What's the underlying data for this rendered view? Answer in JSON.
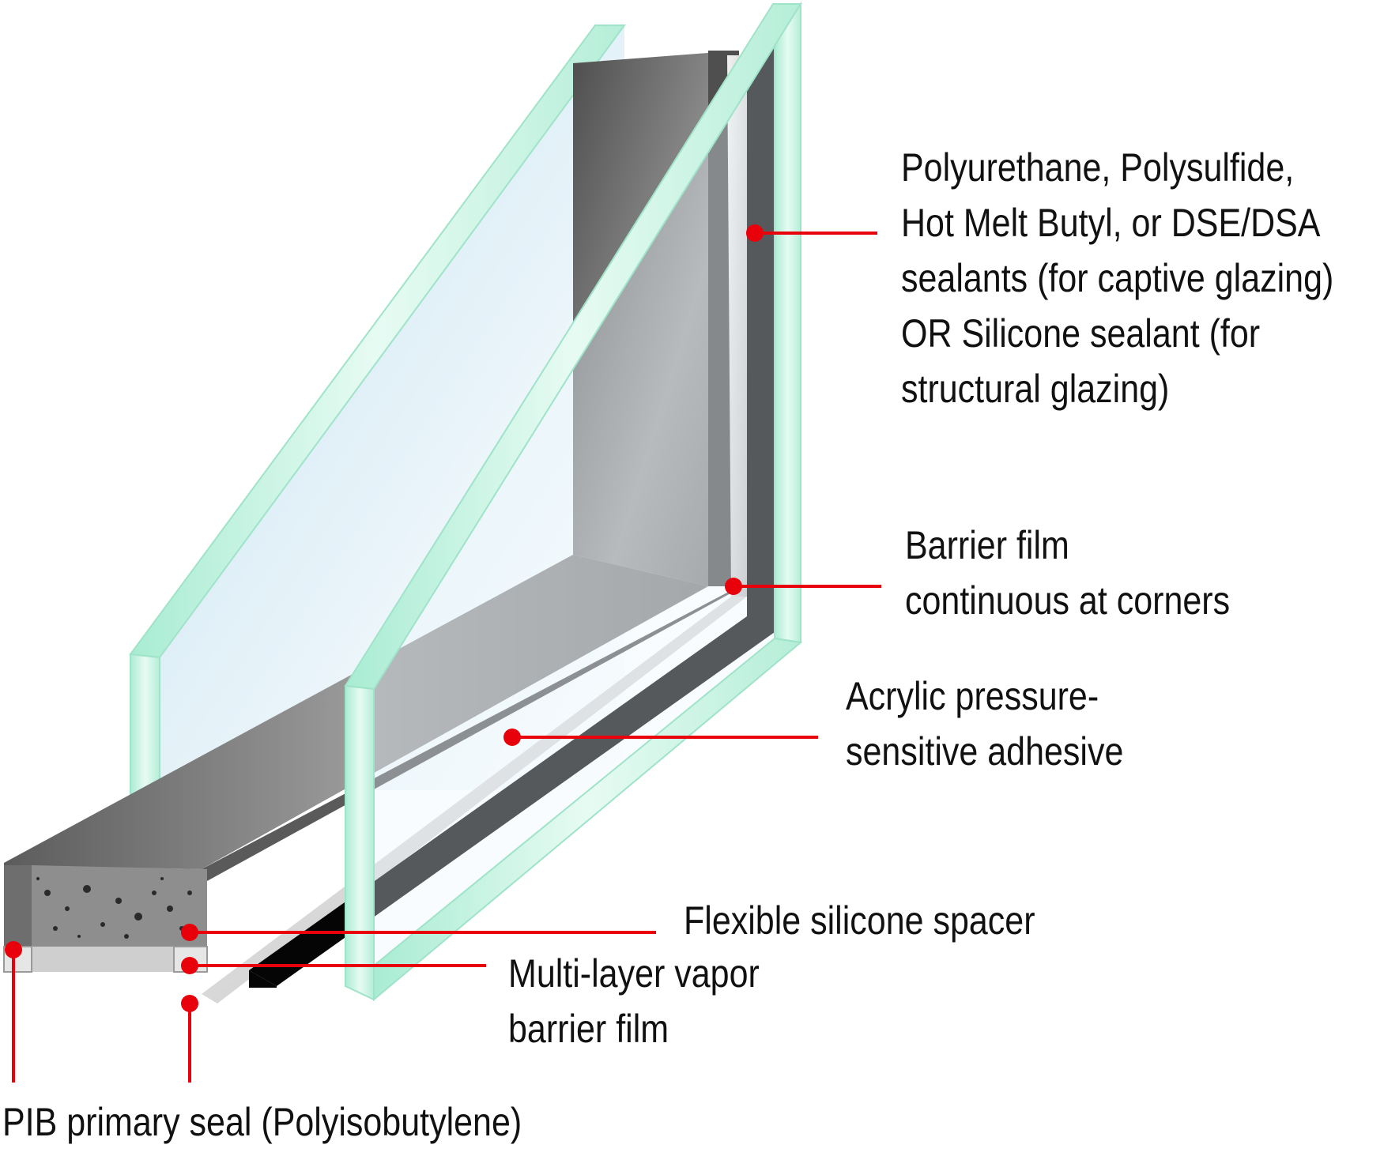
{
  "colors": {
    "callout": "#e8000b",
    "glass_edge": "#bff0dc",
    "glass_tint": "#d6ebf4",
    "sealant": "#050505",
    "spacer": "#8a8a8a",
    "text": "#111111"
  },
  "callouts": {
    "secondary_sealant": {
      "lines": [
        "Polyurethane, Polysulfide,",
        "Hot Melt Butyl, or DSE/DSA",
        "sealants (for captive glazing)",
        "OR Silicone sealant (for",
        "structural glazing)"
      ]
    },
    "barrier_film": {
      "lines": [
        "Barrier film",
        "continuous at corners"
      ]
    },
    "adhesive": {
      "lines": [
        "Acrylic pressure-",
        "sensitive adhesive"
      ]
    },
    "spacer": {
      "lines": [
        "Flexible silicone spacer"
      ]
    },
    "vapor_barrier": {
      "lines": [
        "Multi-layer vapor",
        "barrier film"
      ]
    },
    "pib_seal": {
      "lines": [
        "PIB primary seal (Polyisobutylene)"
      ]
    }
  }
}
